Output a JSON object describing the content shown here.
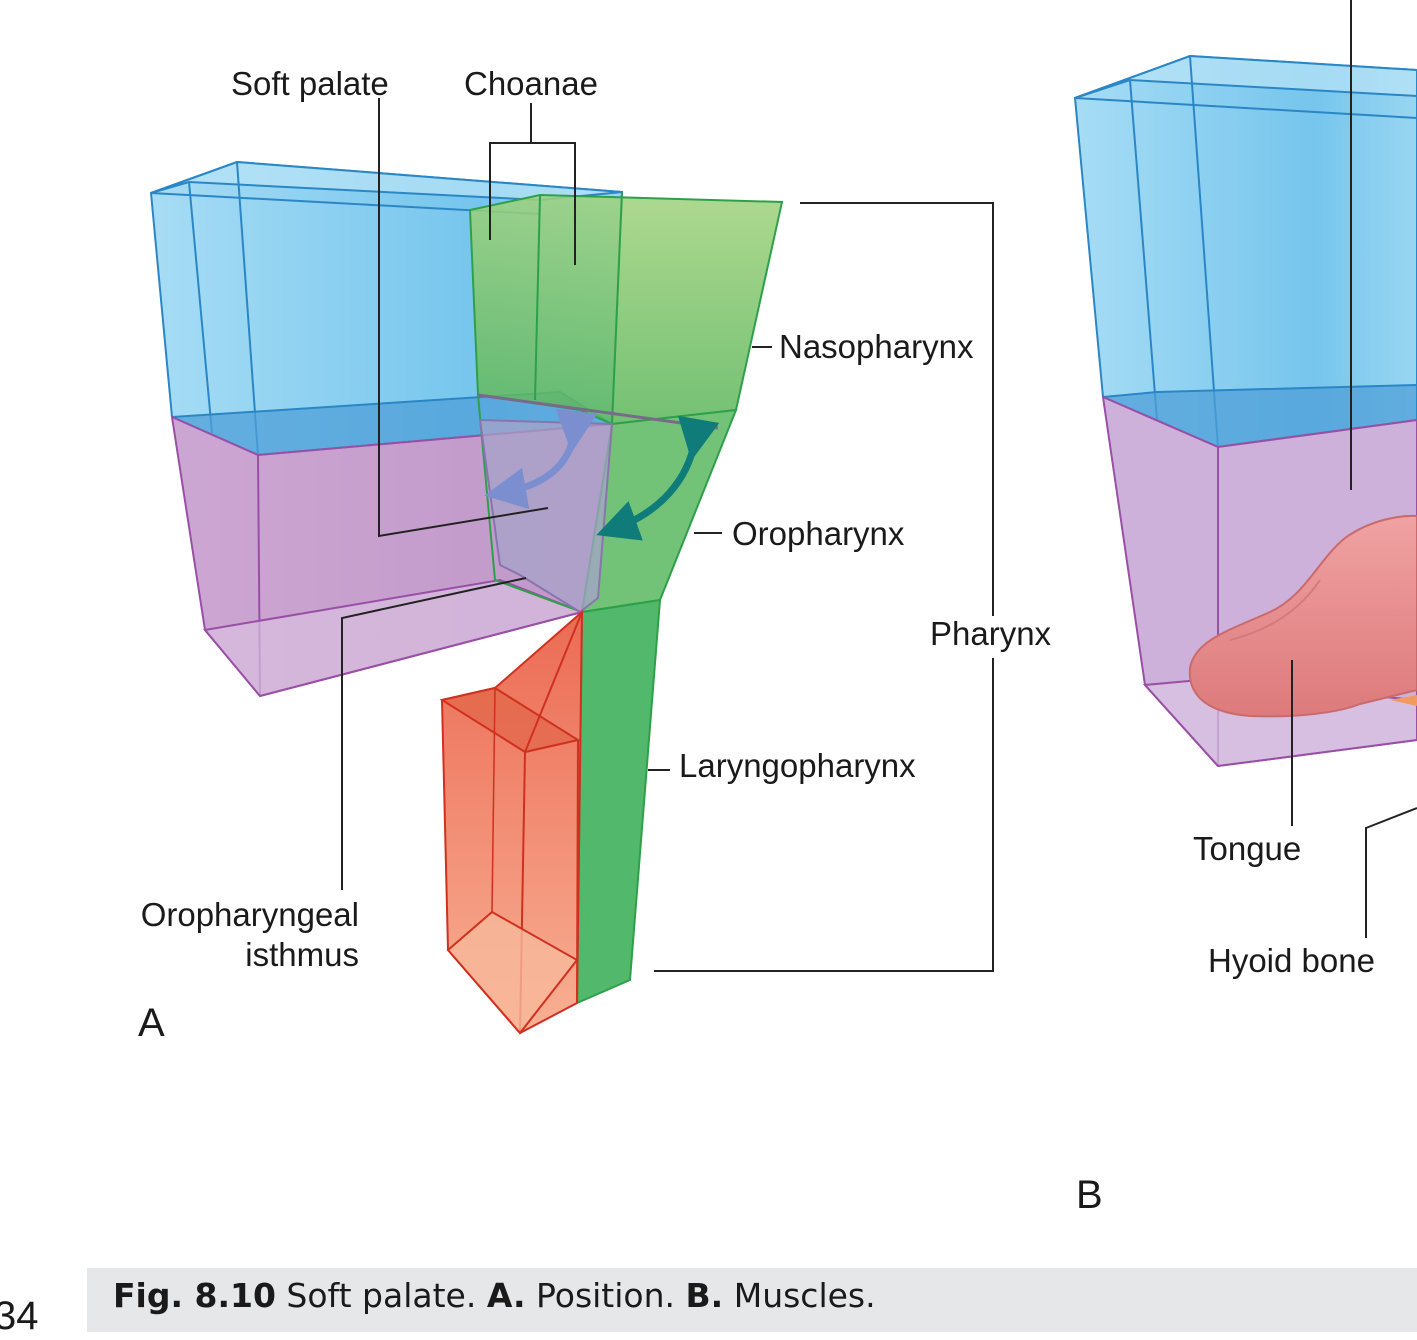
{
  "panel_a": {
    "letter": "A",
    "labels": {
      "soft_palate": "Soft palate",
      "choanae": "Choanae",
      "nasopharynx": "Nasopharynx",
      "oropharynx": "Oropharynx",
      "pharynx": "Pharynx",
      "laryngopharynx": "Laryngopharynx",
      "oropharyngeal_isthmus_line1": "Oropharyngeal",
      "oropharyngeal_isthmus_line2": "isthmus"
    }
  },
  "panel_b": {
    "letter": "B",
    "labels": {
      "tongue": "Tongue",
      "hyoid_bone": "Hyoid bone"
    }
  },
  "colors": {
    "nasal_blue": "#7ccbee",
    "oral_purple": "#c89ccd",
    "pharynx_green": "#6cbf6a",
    "larynx_red": "#ea6a4c",
    "tongue_pink": "#e88f90",
    "arrow_blue": "#7b8fd0",
    "arrow_teal": "#0f7c7a"
  },
  "caption": {
    "fig_label": "Fig. 8.10",
    "text1": "Soft palate.",
    "a_label": "A.",
    "text2": "Position.",
    "b_label": "B.",
    "text3": "Muscles."
  },
  "page_number": "34"
}
